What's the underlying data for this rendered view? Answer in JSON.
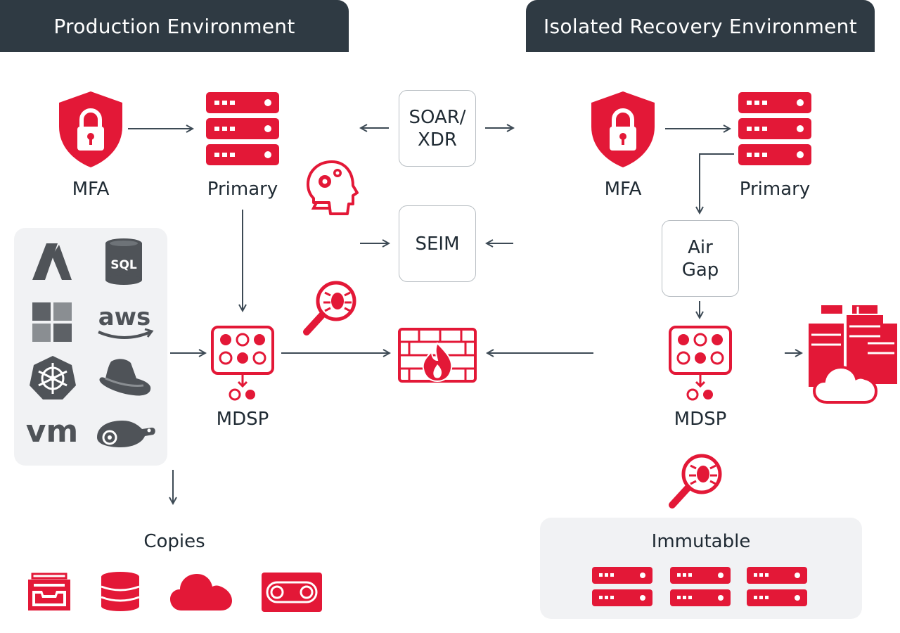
{
  "headers": {
    "production": "Production Environment",
    "recovery": "Isolated Recovery Environment"
  },
  "production": {
    "mfa_label": "MFA",
    "primary_label": "Primary",
    "mdsp_label": "MDSP",
    "copies_label": "Copies",
    "platforms": [
      "azure-icon",
      "sql-icon",
      "windows-icon",
      "aws-icon",
      "kubernetes-icon",
      "redhat-icon",
      "vmware-icon",
      "suse-icon"
    ],
    "platform_text": {
      "sql": "SQL",
      "aws": "aws",
      "vm": "vm"
    },
    "copies": [
      "archive-tray-icon",
      "database-icon",
      "cloud-icon",
      "tape-icon"
    ]
  },
  "center": {
    "soar_xdr": "SOAR/\nXDR",
    "seim": "SEIM"
  },
  "recovery": {
    "mfa_label": "MFA",
    "primary_label": "Primary",
    "air_gap": "Air\nGap",
    "mdsp_label": "MDSP",
    "immutable_label": "Immutable"
  },
  "colors": {
    "accent": "#e31837",
    "header_bg": "#2f3a43",
    "arrow": "#3d4a55",
    "panel_bg": "#f1f2f4",
    "logo_gray": "#4f5358"
  }
}
